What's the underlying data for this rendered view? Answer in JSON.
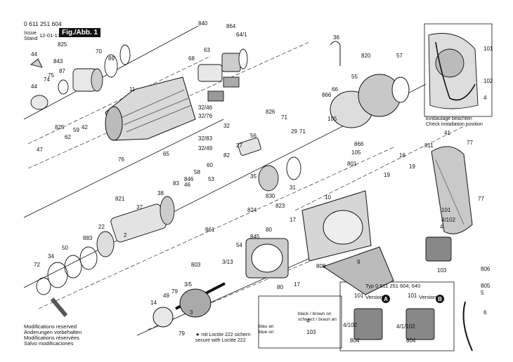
{
  "header": {
    "doc_number": "0 611 251 604",
    "issue_label": "Issue",
    "stand_label": "Stand",
    "date": "12-01-17",
    "figure_tag": "Fig./Abb. 1"
  },
  "footer_notes": [
    "Modifications reserved",
    "Änderungen vorbehalten",
    "Modifications réservées",
    "Salvo modificaciones"
  ],
  "install_note": [
    "Einbaulage beachten",
    "Check installation position"
  ],
  "loctite_note": [
    "★ mit Loctite 222 sichern",
    "secure with Loctite 222"
  ],
  "wire_note": {
    "black_brown": "black / brown on",
    "schwarz_braun": "schwarz / braun an",
    "blue_on": "blau an",
    "blue_on_en": "blue on"
  },
  "inset": {
    "title": "Typ 0 611 251 604; 640",
    "version_a": "Version",
    "version_b": "Version",
    "badge_a": "A",
    "badge_b": "B"
  },
  "callouts": [
    {
      "t": "44"
    },
    {
      "t": "825"
    },
    {
      "t": "843"
    },
    {
      "t": "75"
    },
    {
      "t": "87"
    },
    {
      "t": "70"
    },
    {
      "t": "89"
    },
    {
      "t": "74"
    },
    {
      "t": "44"
    },
    {
      "t": "840"
    },
    {
      "t": "864"
    },
    {
      "t": "64/1"
    },
    {
      "t": "68"
    },
    {
      "t": "63"
    },
    {
      "t": "11"
    },
    {
      "t": "36"
    },
    {
      "t": "820"
    },
    {
      "t": "57"
    },
    {
      "t": "55"
    },
    {
      "t": "66"
    },
    {
      "t": "866"
    },
    {
      "t": "105"
    },
    {
      "t": "866"
    },
    {
      "t": "105"
    },
    {
      "t": "101"
    },
    {
      "t": "102"
    },
    {
      "t": "4"
    },
    {
      "t": "32/46"
    },
    {
      "t": "32/76"
    },
    {
      "t": "32"
    },
    {
      "t": "32/83"
    },
    {
      "t": "32/49"
    },
    {
      "t": "65"
    },
    {
      "t": "76"
    },
    {
      "t": "825"
    },
    {
      "t": "59"
    },
    {
      "t": "42"
    },
    {
      "t": "62"
    },
    {
      "t": "47"
    },
    {
      "t": "826"
    },
    {
      "t": "71"
    },
    {
      "t": "29"
    },
    {
      "t": "71"
    },
    {
      "t": "56"
    },
    {
      "t": "27"
    },
    {
      "t": "35"
    },
    {
      "t": "824"
    },
    {
      "t": "830"
    },
    {
      "t": "31"
    },
    {
      "t": "823"
    },
    {
      "t": "861"
    },
    {
      "t": "16"
    },
    {
      "t": "811"
    },
    {
      "t": "19"
    },
    {
      "t": "19"
    },
    {
      "t": "801"
    },
    {
      "t": "41"
    },
    {
      "t": "77"
    },
    {
      "t": "77"
    },
    {
      "t": "82"
    },
    {
      "t": "60"
    },
    {
      "t": "53"
    },
    {
      "t": "58"
    },
    {
      "t": "846"
    },
    {
      "t": "46"
    },
    {
      "t": "83"
    },
    {
      "t": "38"
    },
    {
      "t": "821"
    },
    {
      "t": "37"
    },
    {
      "t": "22"
    },
    {
      "t": "2"
    },
    {
      "t": "883"
    },
    {
      "t": "50"
    },
    {
      "t": "34"
    },
    {
      "t": "72"
    },
    {
      "t": "10"
    },
    {
      "t": "17"
    },
    {
      "t": "80"
    },
    {
      "t": "845"
    },
    {
      "t": "54"
    },
    {
      "t": "9"
    },
    {
      "t": "808"
    },
    {
      "t": "80"
    },
    {
      "t": "17"
    },
    {
      "t": "803"
    },
    {
      "t": "3/13"
    },
    {
      "t": "3/5"
    },
    {
      "t": "79"
    },
    {
      "t": "49"
    },
    {
      "t": "14"
    },
    {
      "t": "3"
    },
    {
      "t": "79"
    },
    {
      "t": "101"
    },
    {
      "t": "4/102"
    },
    {
      "t": "4"
    },
    {
      "t": "103"
    },
    {
      "t": "806"
    },
    {
      "t": "805"
    },
    {
      "t": "5"
    },
    {
      "t": "6"
    },
    {
      "t": "101"
    },
    {
      "t": "101"
    },
    {
      "t": "4/102"
    },
    {
      "t": "804"
    },
    {
      "t": "4/1/102"
    },
    {
      "t": "804"
    },
    {
      "t": "4"
    },
    {
      "t": "103"
    }
  ]
}
